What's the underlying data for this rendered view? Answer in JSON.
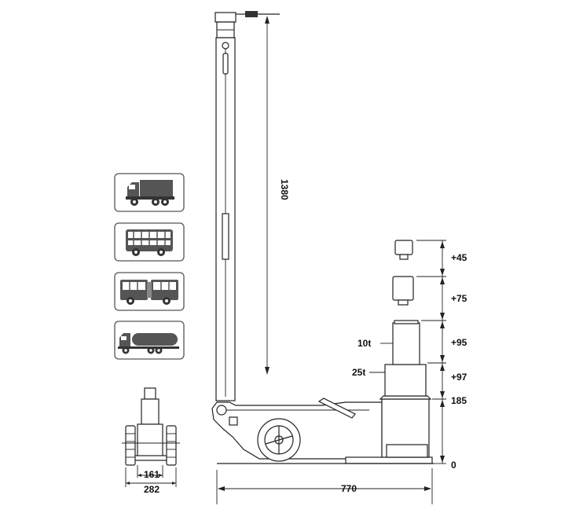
{
  "dimensions": {
    "overall_height": "1380",
    "stroke_1": "+45",
    "stroke_2": "+75",
    "stroke_3": "+95",
    "stroke_4": "+97",
    "min_height": "185",
    "base": "0",
    "length": "770",
    "inner_width": "161",
    "outer_width": "282"
  },
  "stages": {
    "upper": "10t",
    "lower": "25t"
  },
  "vehicle_icons": [
    "truck-icon",
    "bus-icon",
    "articulated-bus-icon",
    "tanker-truck-icon"
  ],
  "colors": {
    "line": "#222222",
    "card_border": "#555555",
    "fill_dark": "#444444"
  }
}
